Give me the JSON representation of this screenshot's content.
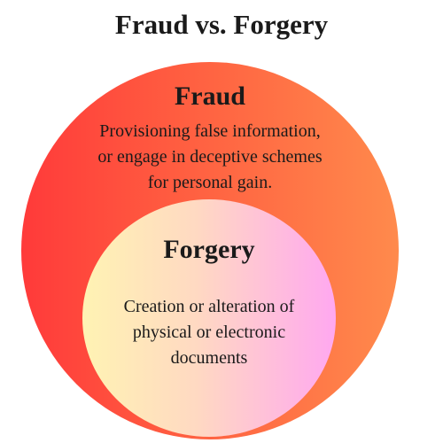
{
  "title": "Fraud vs. Forgery",
  "outer": {
    "label": "Fraud",
    "description_lines": [
      "Provisioning false information,",
      "or engage in deceptive schemes",
      "for personal gain."
    ],
    "colors": [
      "#ff3a3a",
      "#ff8a4c"
    ]
  },
  "inner": {
    "label": "Forgery",
    "description_lines": [
      "Creation or alteration of",
      "physical or electronic",
      "documents"
    ],
    "colors": [
      "#fff3b3",
      "#ffa8f0"
    ]
  }
}
